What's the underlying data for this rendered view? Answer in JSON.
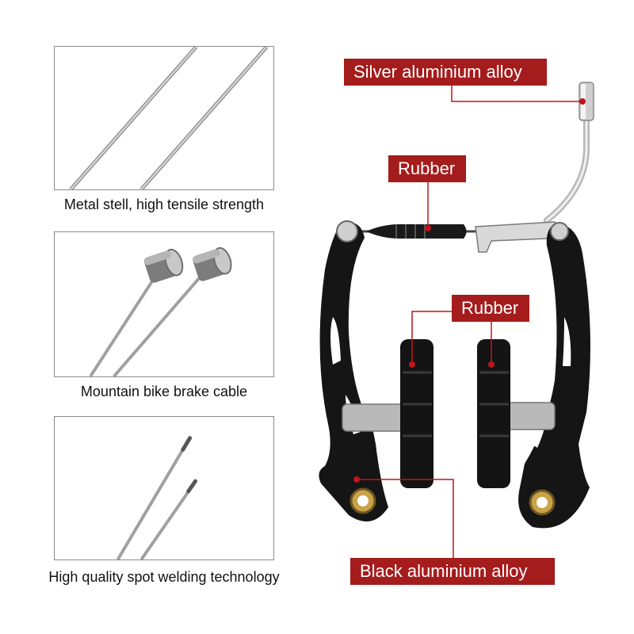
{
  "panels": [
    {
      "caption": "Metal stell, high tensile strength",
      "icon": "steel-cable-icon"
    },
    {
      "caption": "Mountain bike brake cable",
      "icon": "cable-end-cap-icon"
    },
    {
      "caption": "High quality spot welding technology",
      "icon": "welded-cable-tip-icon"
    }
  ],
  "labels": {
    "silver": "Silver aluminium alloy",
    "rubber_cable": "Rubber",
    "rubber_pads": "Rubber",
    "black": "Black aluminium alloy"
  },
  "colors": {
    "label_background": "#a51c1c",
    "marker_dot": "#c0141c",
    "brake_arm": "#151515"
  }
}
